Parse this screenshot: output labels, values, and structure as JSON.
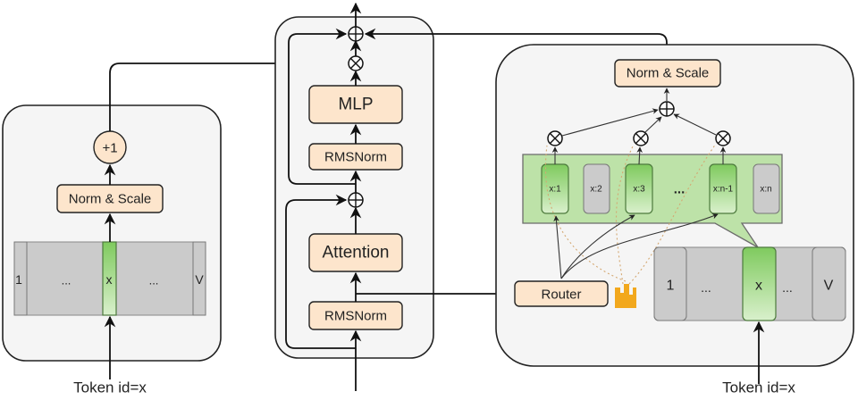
{
  "left_panel": {
    "plus_one_label": "+1",
    "norm_scale_label": "Norm & Scale",
    "vocab_cells": [
      "1",
      "...",
      "x",
      "...",
      "V"
    ],
    "token_label": "Token id=x"
  },
  "center_panel": {
    "mlp_label": "MLP",
    "rmsnorm_top_label": "RMSNorm",
    "attention_label": "Attention",
    "rmsnorm_bottom_label": "RMSNorm"
  },
  "right_panel": {
    "norm_scale_label": "Norm & Scale",
    "expert_cells": [
      {
        "label": "x:1",
        "selected": true
      },
      {
        "label": "x:2",
        "selected": false
      },
      {
        "label": "x:3",
        "selected": true
      },
      {
        "label": "...",
        "selected": false,
        "ellipsis": true
      },
      {
        "label": "x:n-1",
        "selected": true
      },
      {
        "label": "x:n",
        "selected": false
      }
    ],
    "router_label": "Router",
    "topk_icon": "podium-icon",
    "vocab_cells": [
      "1",
      "...",
      "x",
      "...",
      "V"
    ],
    "token_label": "Token id=x"
  },
  "colors": {
    "box_fill": "#fde5cc",
    "panel_fill": "#f5f5f5",
    "selected_green": "#8fcf73",
    "unselected_gray": "#cbcbcb",
    "topk_orange": "#f2a81d"
  }
}
